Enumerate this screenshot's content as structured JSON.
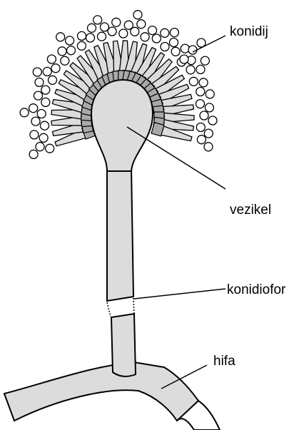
{
  "labels": {
    "conidia": "konidij",
    "vesicle": "vezikel",
    "conidiophore": "konidiofor",
    "hypha": "hifa"
  },
  "colors": {
    "fill": "#dcdcdc",
    "phialide_inner": "#a9a9a9",
    "stroke": "#000000",
    "spore": "#ffffff"
  }
}
